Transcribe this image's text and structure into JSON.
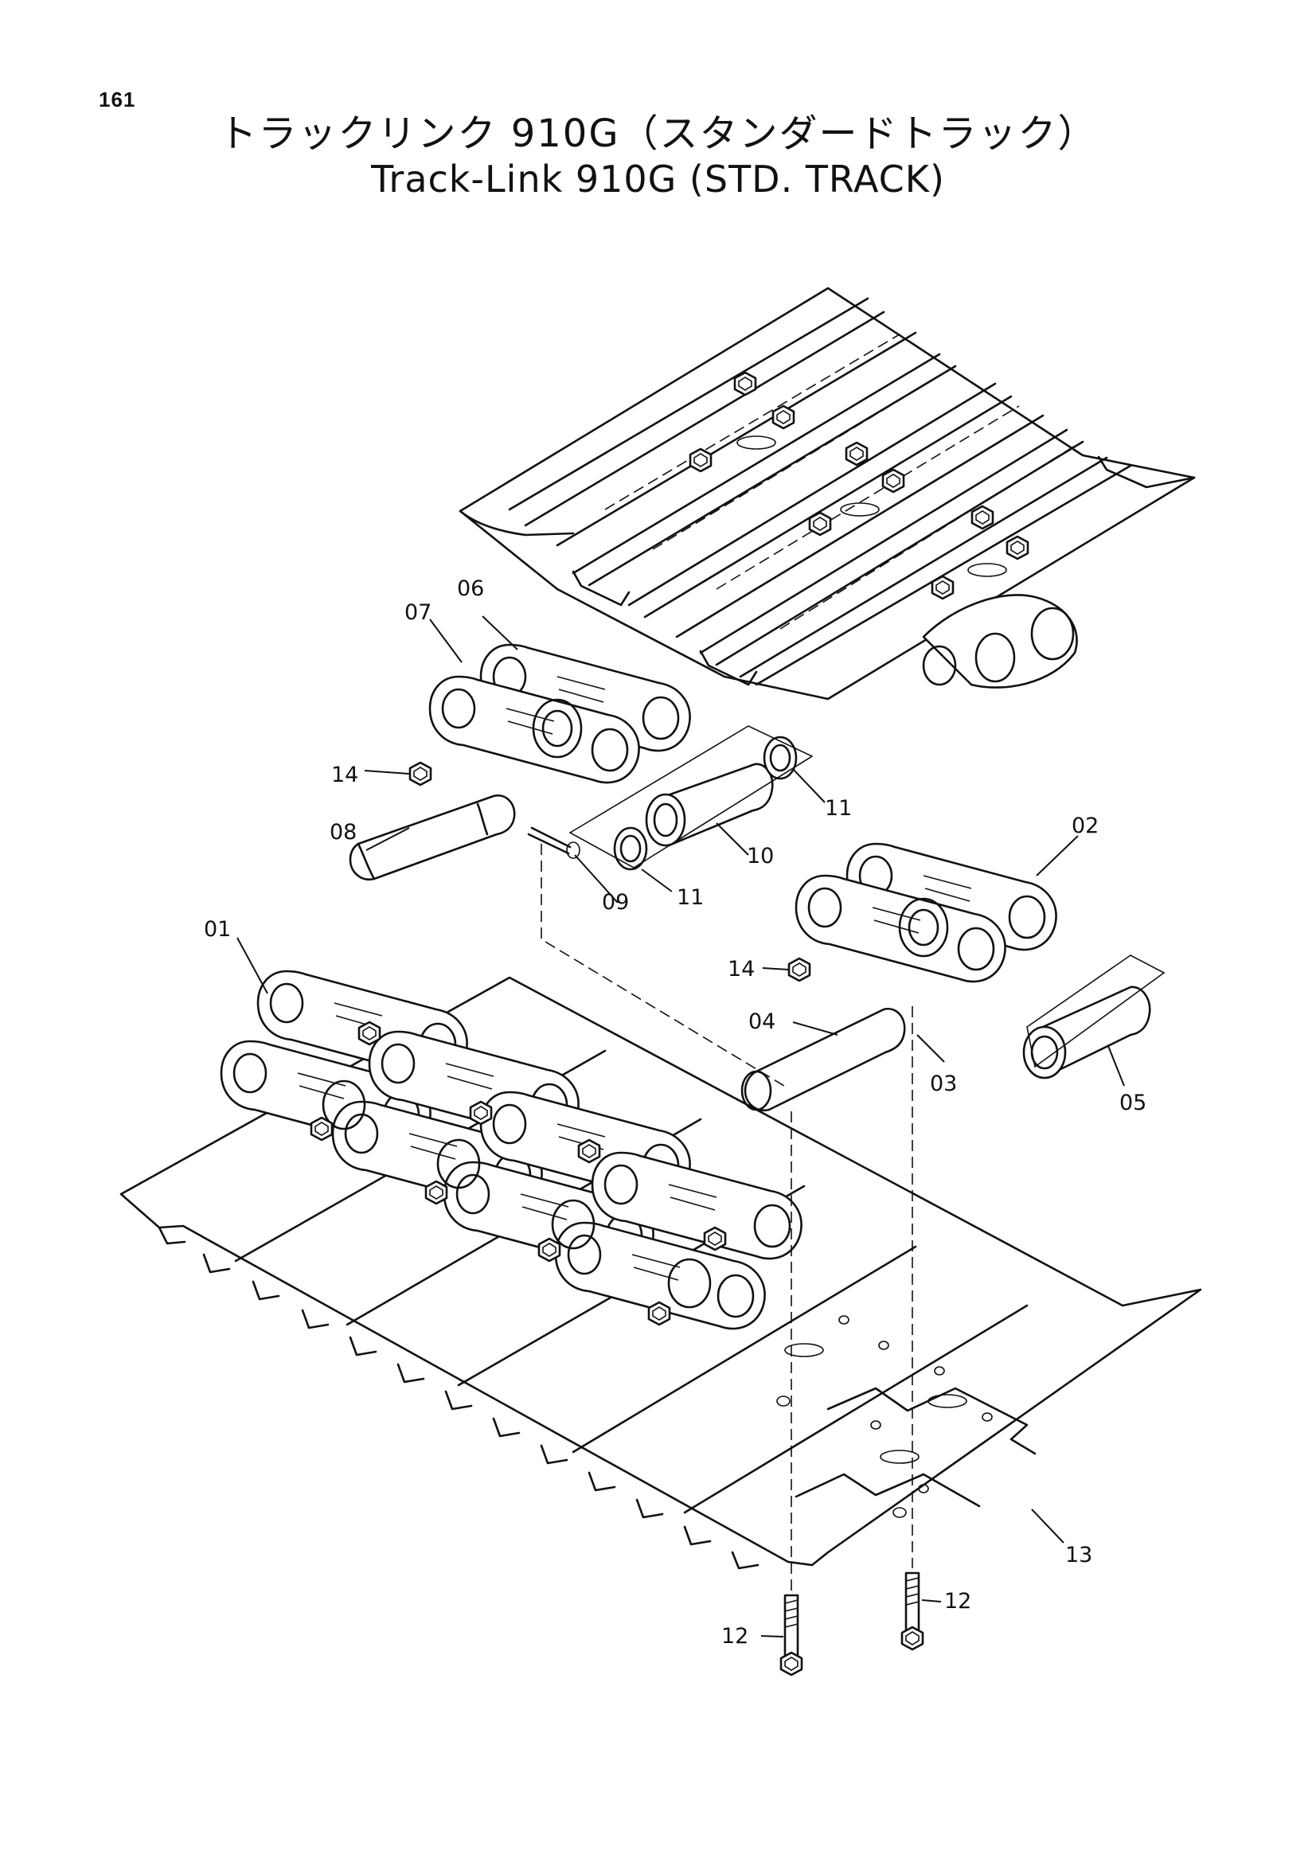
{
  "page_number": "161",
  "title_ja": "トラックリンク 910G（スタンダードトラック）",
  "title_en": "Track-Link 910G (STD. TRACK)",
  "callouts": {
    "c01": "01",
    "c02": "02",
    "c03": "03",
    "c04": "04",
    "c05": "05",
    "c06": "06",
    "c07": "07",
    "c08": "08",
    "c09": "09",
    "c10": "10",
    "c11a": "11",
    "c11b": "11",
    "c12a": "12",
    "c12b": "12",
    "c13": "13",
    "c14a": "14",
    "c14b": "14"
  }
}
